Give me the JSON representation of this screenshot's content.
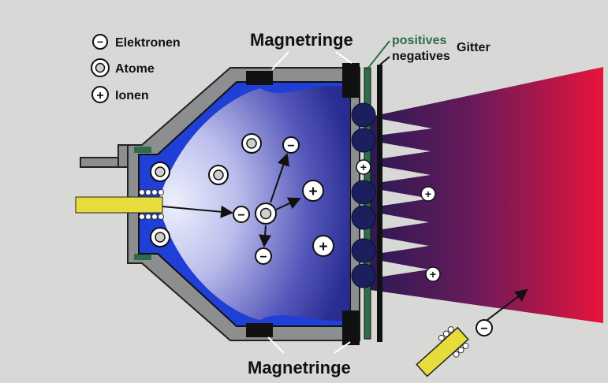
{
  "legend": {
    "electrons": "Elektronen",
    "atoms": "Atome",
    "ions": "Ionen"
  },
  "labels": {
    "magnetringe_top": "Magnetringe",
    "magnetringe_bottom": "Magnetringe",
    "positives": "positives",
    "negatives": "negatives",
    "gitter": "Gitter"
  },
  "symbols": {
    "minus": "−",
    "plus": "+"
  },
  "colors": {
    "background": "#d8d8d6",
    "chamber_blue": "#1f3fd6",
    "housing_grey": "#8c8e90",
    "cathode_yellow": "#e6dc3c",
    "beam_start": "#2c1a55",
    "beam_end": "#e8143c",
    "positive_grid_green": "#2f6d4a",
    "negative_grid_black": "#111111"
  }
}
